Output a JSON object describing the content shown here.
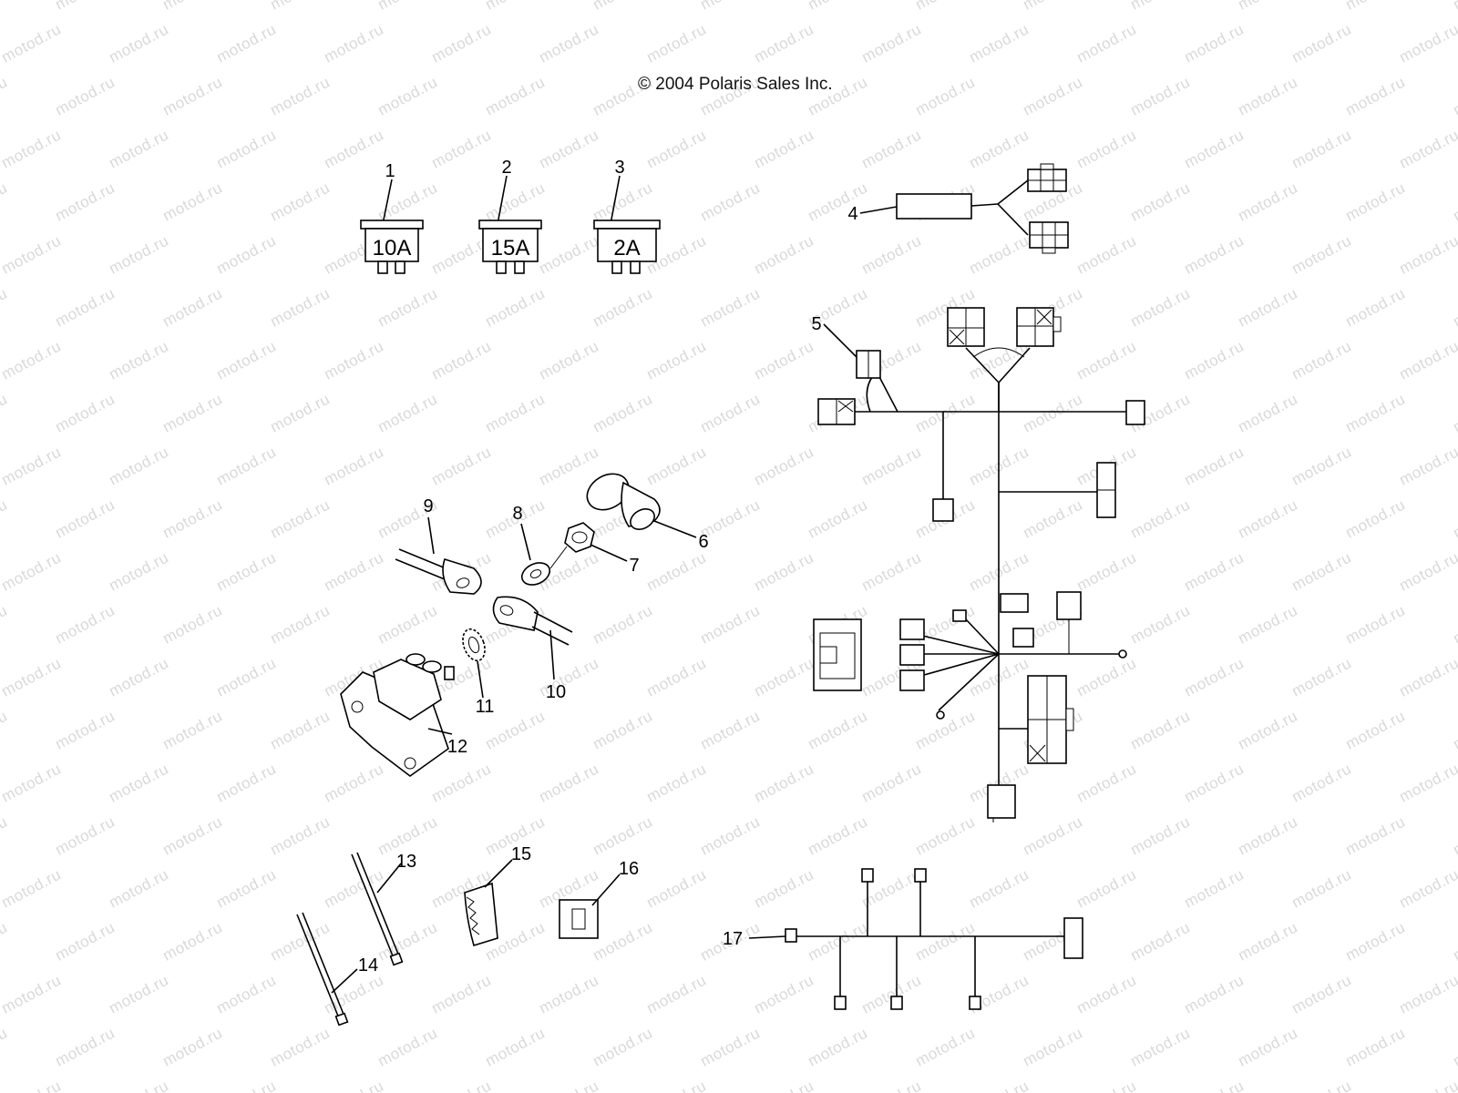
{
  "copyright": "© 2004 Polaris Sales Inc.",
  "watermark_text": "motod.ru",
  "fuses": [
    {
      "callout": "1",
      "rating": "10A"
    },
    {
      "callout": "2",
      "rating": "15A"
    },
    {
      "callout": "3",
      "rating": "2A"
    }
  ],
  "callouts": [
    "4",
    "5",
    "6",
    "7",
    "8",
    "9",
    "10",
    "11",
    "12",
    "13",
    "14",
    "15",
    "16",
    "17"
  ],
  "colors": {
    "line": "#000000",
    "watermark": "#d9d9d9",
    "background": "#ffffff"
  }
}
